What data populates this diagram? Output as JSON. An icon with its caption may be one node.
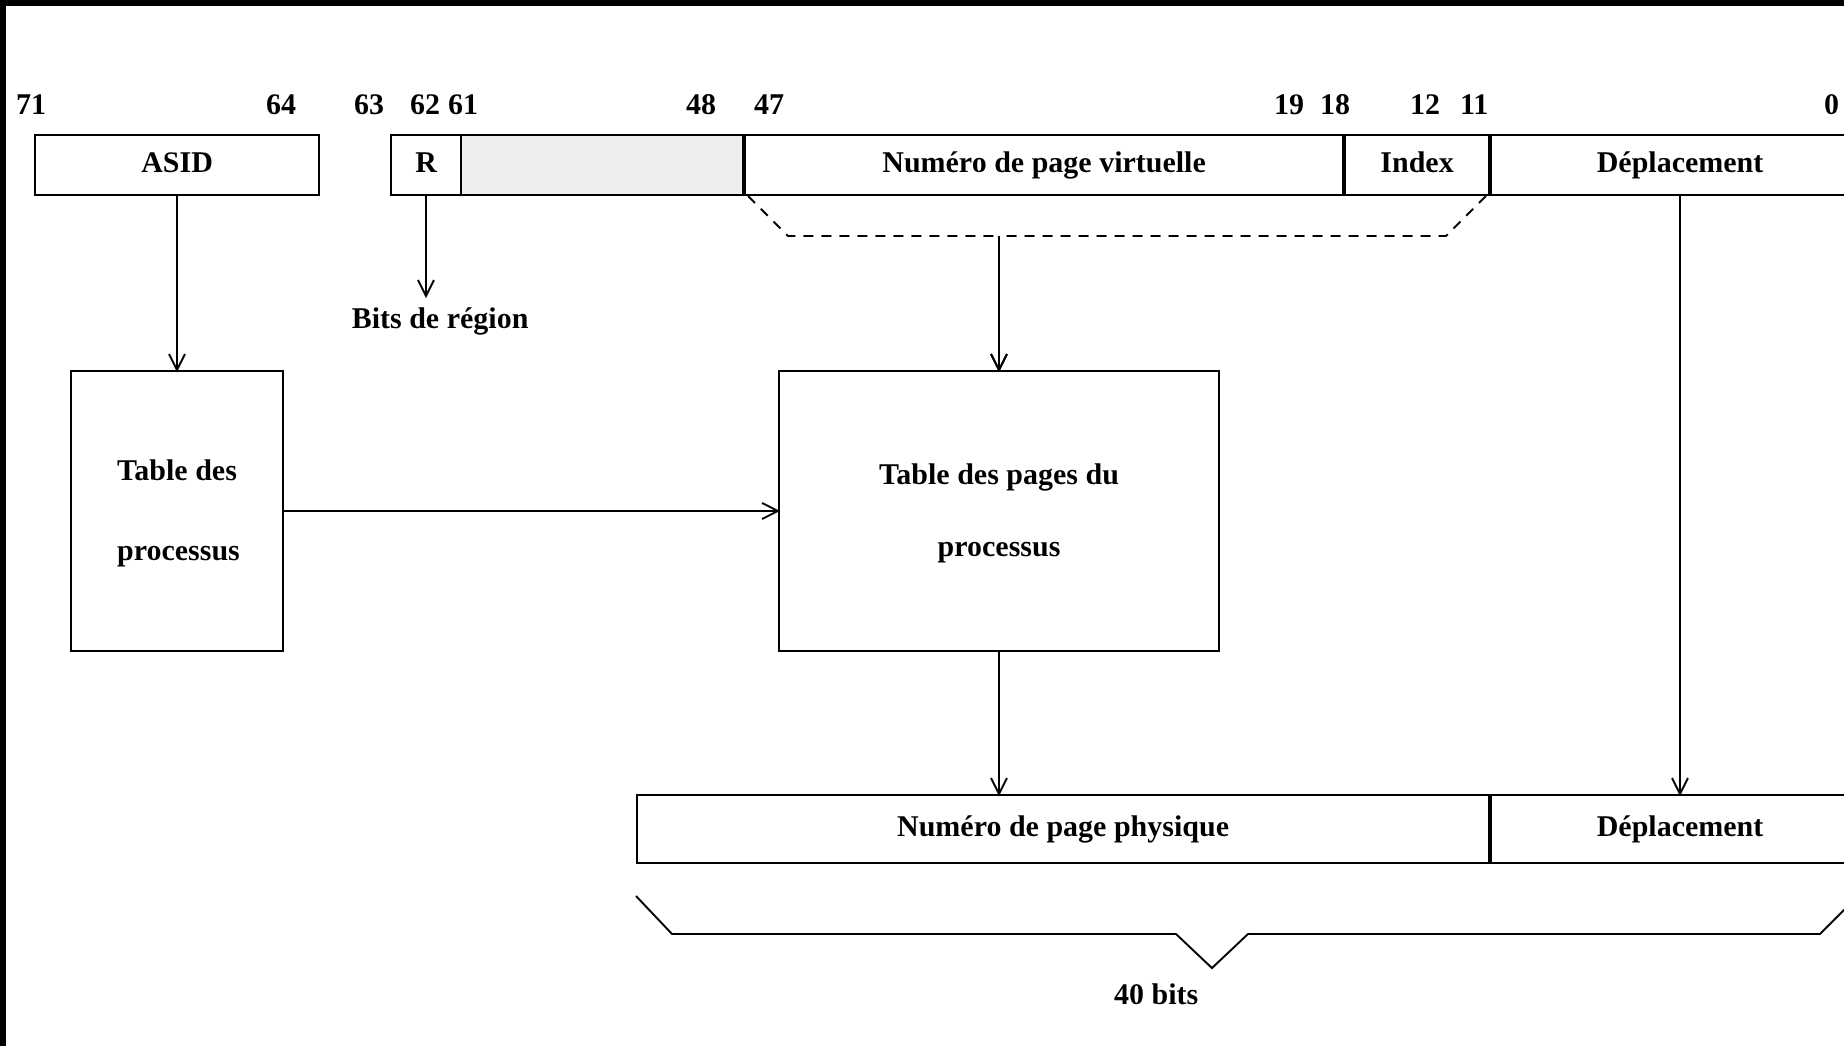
{
  "diagram": {
    "nodes": [
      {
        "text": [
          "ASID"
        ]
      },
      {
        "text": [
          "R"
        ]
      },
      {
        "text": [],
        "shape": "bar"
      },
      {
        "text": [
          "Numéro de page virtuelle"
        ]
      },
      {
        "text": [
          "Index"
        ]
      },
      {
        "text": [
          "Déplacement"
        ]
      },
      {
        "text": [
          "Bits de région"
        ]
      },
      {
        "text": [
          "Table des processus"
        ]
      },
      {
        "text": [
          "Table des pages du processus"
        ]
      },
      {
        "text": [
          "Numéro de page physique"
        ]
      },
      {
        "text": [
          "Déplacement"
        ]
      }
    ],
    "edges": [
      {
        "from": 0,
        "to": 7,
        "arrow": "to"
      },
      {
        "from": 1,
        "to": 6,
        "arrow": "to"
      },
      {
        "from": 7,
        "to": 8,
        "arrow": "to"
      },
      {
        "from": 3,
        "to": 8,
        "arrow": "to",
        "style": "dashed"
      },
      {
        "from": 4,
        "to": 8,
        "arrow": "to",
        "style": "dashed"
      },
      {
        "from": 8,
        "to": 9,
        "arrow": "to"
      },
      {
        "from": 5,
        "to": 10,
        "arrow": "to"
      }
    ],
    "labels": [
      "71",
      "64",
      "63",
      "62",
      "61",
      "48",
      "47",
      "19",
      "18",
      "12",
      "11",
      "0",
      "40 bits"
    ]
  }
}
